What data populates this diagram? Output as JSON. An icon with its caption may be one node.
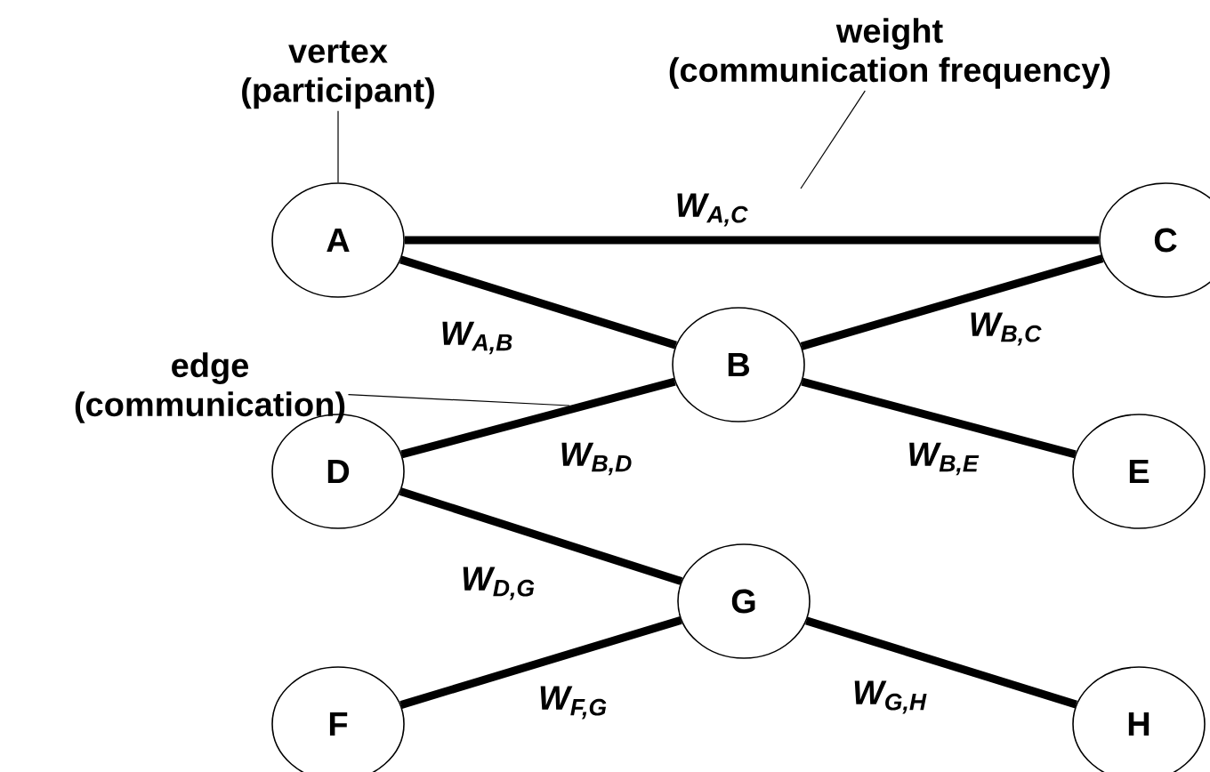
{
  "diagram": {
    "nodes": [
      {
        "text": [
          "A"
        ]
      },
      {
        "text": [
          "C"
        ]
      },
      {
        "text": [
          "B"
        ]
      },
      {
        "text": [
          "D"
        ]
      },
      {
        "text": [
          "E"
        ]
      },
      {
        "text": [
          "G"
        ]
      },
      {
        "text": [
          "F"
        ]
      },
      {
        "text": [
          "H"
        ]
      },
      {
        "text": [
          "vertex",
          "(participant)"
        ]
      },
      {
        "text": [
          "weight",
          "(communication frequency)"
        ]
      },
      {
        "text": [
          "edge",
          "(communication)"
        ]
      }
    ],
    "edges": [
      {
        "from": 0,
        "to": 1,
        "arrow": "none",
        "label": "W$_{A,C}$"
      },
      {
        "from": 0,
        "to": 2,
        "arrow": "none",
        "label": "W$_{A,B}$"
      },
      {
        "from": 2,
        "to": 1,
        "arrow": "none",
        "label": "W$_{B,C}$"
      },
      {
        "from": 3,
        "to": 2,
        "arrow": "none",
        "label": "W$_{B,D}$"
      },
      {
        "from": 2,
        "to": 4,
        "arrow": "none",
        "label": "W$_{B,E}$"
      },
      {
        "from": 3,
        "to": 5,
        "arrow": "none",
        "label": "W$_{D,G}$"
      },
      {
        "from": 6,
        "to": 5,
        "arrow": "none",
        "label": "W$_{F,G}$"
      },
      {
        "from": 5,
        "to": 7,
        "arrow": "none",
        "label": "W$_{G,H}$"
      },
      {
        "from": 8,
        "to": 0,
        "arrow": "none"
      },
      {
        "from": 9,
        "to": null,
        "arrow": "none"
      },
      {
        "from": 10,
        "to": null,
        "arrow": "none"
      }
    ]
  }
}
